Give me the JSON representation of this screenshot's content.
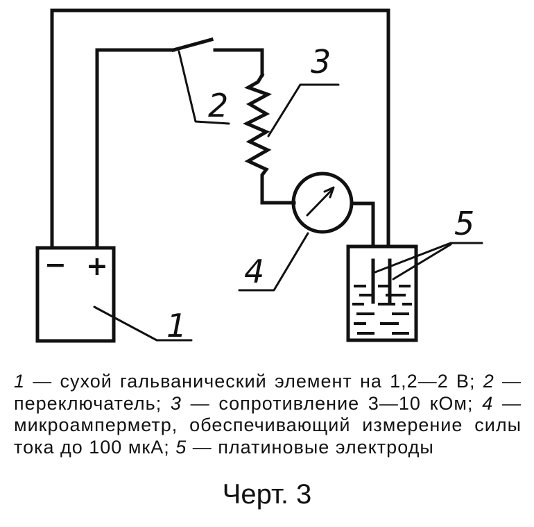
{
  "diagram": {
    "title": "Electrical measurement circuit with platinum electrodes",
    "components": [
      {
        "id": "1",
        "label": "1",
        "name": "dry galvanic cell",
        "terminals": {
          "negative": "−",
          "positive": "+"
        }
      },
      {
        "id": "2",
        "label": "2",
        "name": "switch"
      },
      {
        "id": "3",
        "label": "3",
        "name": "resistor"
      },
      {
        "id": "4",
        "label": "4",
        "name": "microammeter"
      },
      {
        "id": "5",
        "label": "5",
        "name": "platinum electrodes"
      }
    ],
    "battery_signs": {
      "minus": "−",
      "plus": "+"
    },
    "labels": {
      "l1": "1",
      "l2": "2",
      "l3": "3",
      "l4": "4",
      "l5": "5"
    }
  },
  "caption": {
    "items": [
      {
        "num": "1",
        "text": "сухой гальванический элемент на 1,2—2 В;"
      },
      {
        "num": "2",
        "text": "переключатель;"
      },
      {
        "num": "3",
        "text": "сопротивление 3—10 кОм;"
      },
      {
        "num": "4",
        "text": "микроамперметр, обеспечивающий измерение силы тока до 100 мкА;"
      },
      {
        "num": "5",
        "text": "платиновые электроды"
      }
    ],
    "dash": "—"
  },
  "figure_title": "Черт. 3"
}
